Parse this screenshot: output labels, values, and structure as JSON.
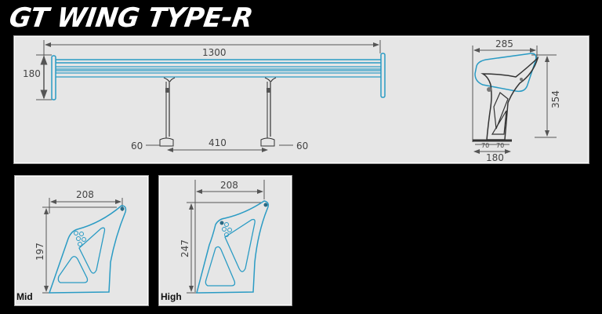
{
  "title": "GT WING TYPE-R",
  "colors": {
    "background": "#000000",
    "panel": "#e6e6e6",
    "accent_blue": "#2a9bc4",
    "dimension_line": "#555555",
    "bracket_outline": "#333333"
  },
  "front_view": {
    "width_label": "1300",
    "height_label": "180",
    "stay_spacing_label": "410",
    "left_foot_label": "60",
    "right_foot_label": "60"
  },
  "side_view": {
    "width_label": "285",
    "height_label": "354",
    "base_width_label": "180",
    "base_left_label": "70",
    "base_right_label": "70"
  },
  "mid_panel": {
    "caption": "Mid",
    "width_label": "208",
    "height_label": "197"
  },
  "high_panel": {
    "caption": "High",
    "width_label": "208",
    "height_label": "247"
  }
}
